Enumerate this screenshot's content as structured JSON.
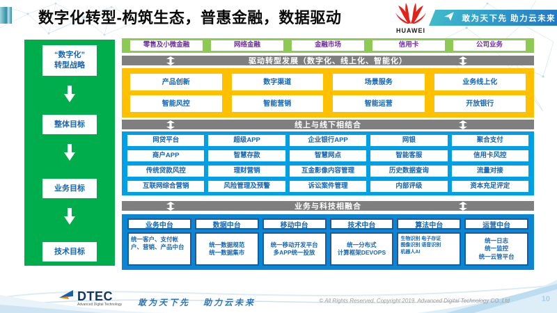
{
  "header": {
    "title": "数字化转型-构筑生态，普惠金融，数据驱动",
    "huawei_logo_text": "HUAWEI",
    "banner_slogan": "敢为天下先 助力云未来"
  },
  "sidebar": {
    "items": [
      {
        "label": "“数字化”\n转型战略"
      },
      {
        "label": "整体目标"
      },
      {
        "label": "业务目标"
      },
      {
        "label": "技术目标"
      }
    ]
  },
  "main": {
    "top_row": [
      "零售及小微金融",
      "网络金融",
      "金融市场",
      "信用卡",
      "公司业务"
    ],
    "bars": [
      "驱动转型发展（数字化、线上化、智能化）",
      "线上与线下相结合",
      "业务与科技相融合"
    ],
    "yellow_rows": [
      [
        "产品创新",
        "数字渠道",
        "场景服务",
        "业务线上化"
      ],
      [
        "智能风控",
        "智能营销",
        "智能运营",
        "开放银行"
      ]
    ],
    "blue_rows": [
      [
        "网贷平台",
        "超级APP",
        "企业银行APP",
        "网银",
        "聚合支付"
      ],
      [
        "商户APP",
        "智慧存款",
        "智慧网点",
        "智能客服",
        "信用卡风控"
      ],
      [
        "传统贷款风控",
        "理财营销",
        "互金影像内容管理",
        "历史数据查询",
        "流量对接"
      ],
      [
        "互联网综合营销",
        "风险管理及预警",
        "诉讼案件管理",
        "内部评级",
        "资本充足评定"
      ]
    ],
    "platforms": [
      {
        "title": "业务中台",
        "body": "统一客户、支付帐户、营销、产品中台"
      },
      {
        "title": "数据中台",
        "body": "统一数据规范\n统一数据集市"
      },
      {
        "title": "移动中台",
        "body": "统一移动开发平台\n多APP统一投放"
      },
      {
        "title": "技术中台",
        "body": "统一分布式\n计算框架DEVOPS"
      },
      {
        "title": "算法中台",
        "body": "生物识别 电子存证\n图像识别 语音识别\n机器人AI"
      },
      {
        "title": "运营中台",
        "body": "统一日志\n统一监控\n统一云管平台"
      }
    ]
  },
  "footer": {
    "logo_text": "DTEC",
    "logo_sub": "Advanced Digital Technology",
    "slogan": "敢为天下先   助力云未来",
    "copyright": "© All Rights Reserved. Copyright 2019. Advanced Digital Technology CO.,Ltd",
    "page_number": "10"
  },
  "colors": {
    "sidebar_green": "#00ad4c",
    "top_band_green": "#8ec953",
    "yellow": "#ffc000",
    "blue_section": "#00a0e6",
    "platform_blue": "#0a86d2",
    "platform_border": "#1a5a9e",
    "gray_bar": "#7f7f7f",
    "box_text_blue": "#1565b5",
    "top_row_purple": "#7030a0",
    "huawei_red": "#e2231a"
  }
}
